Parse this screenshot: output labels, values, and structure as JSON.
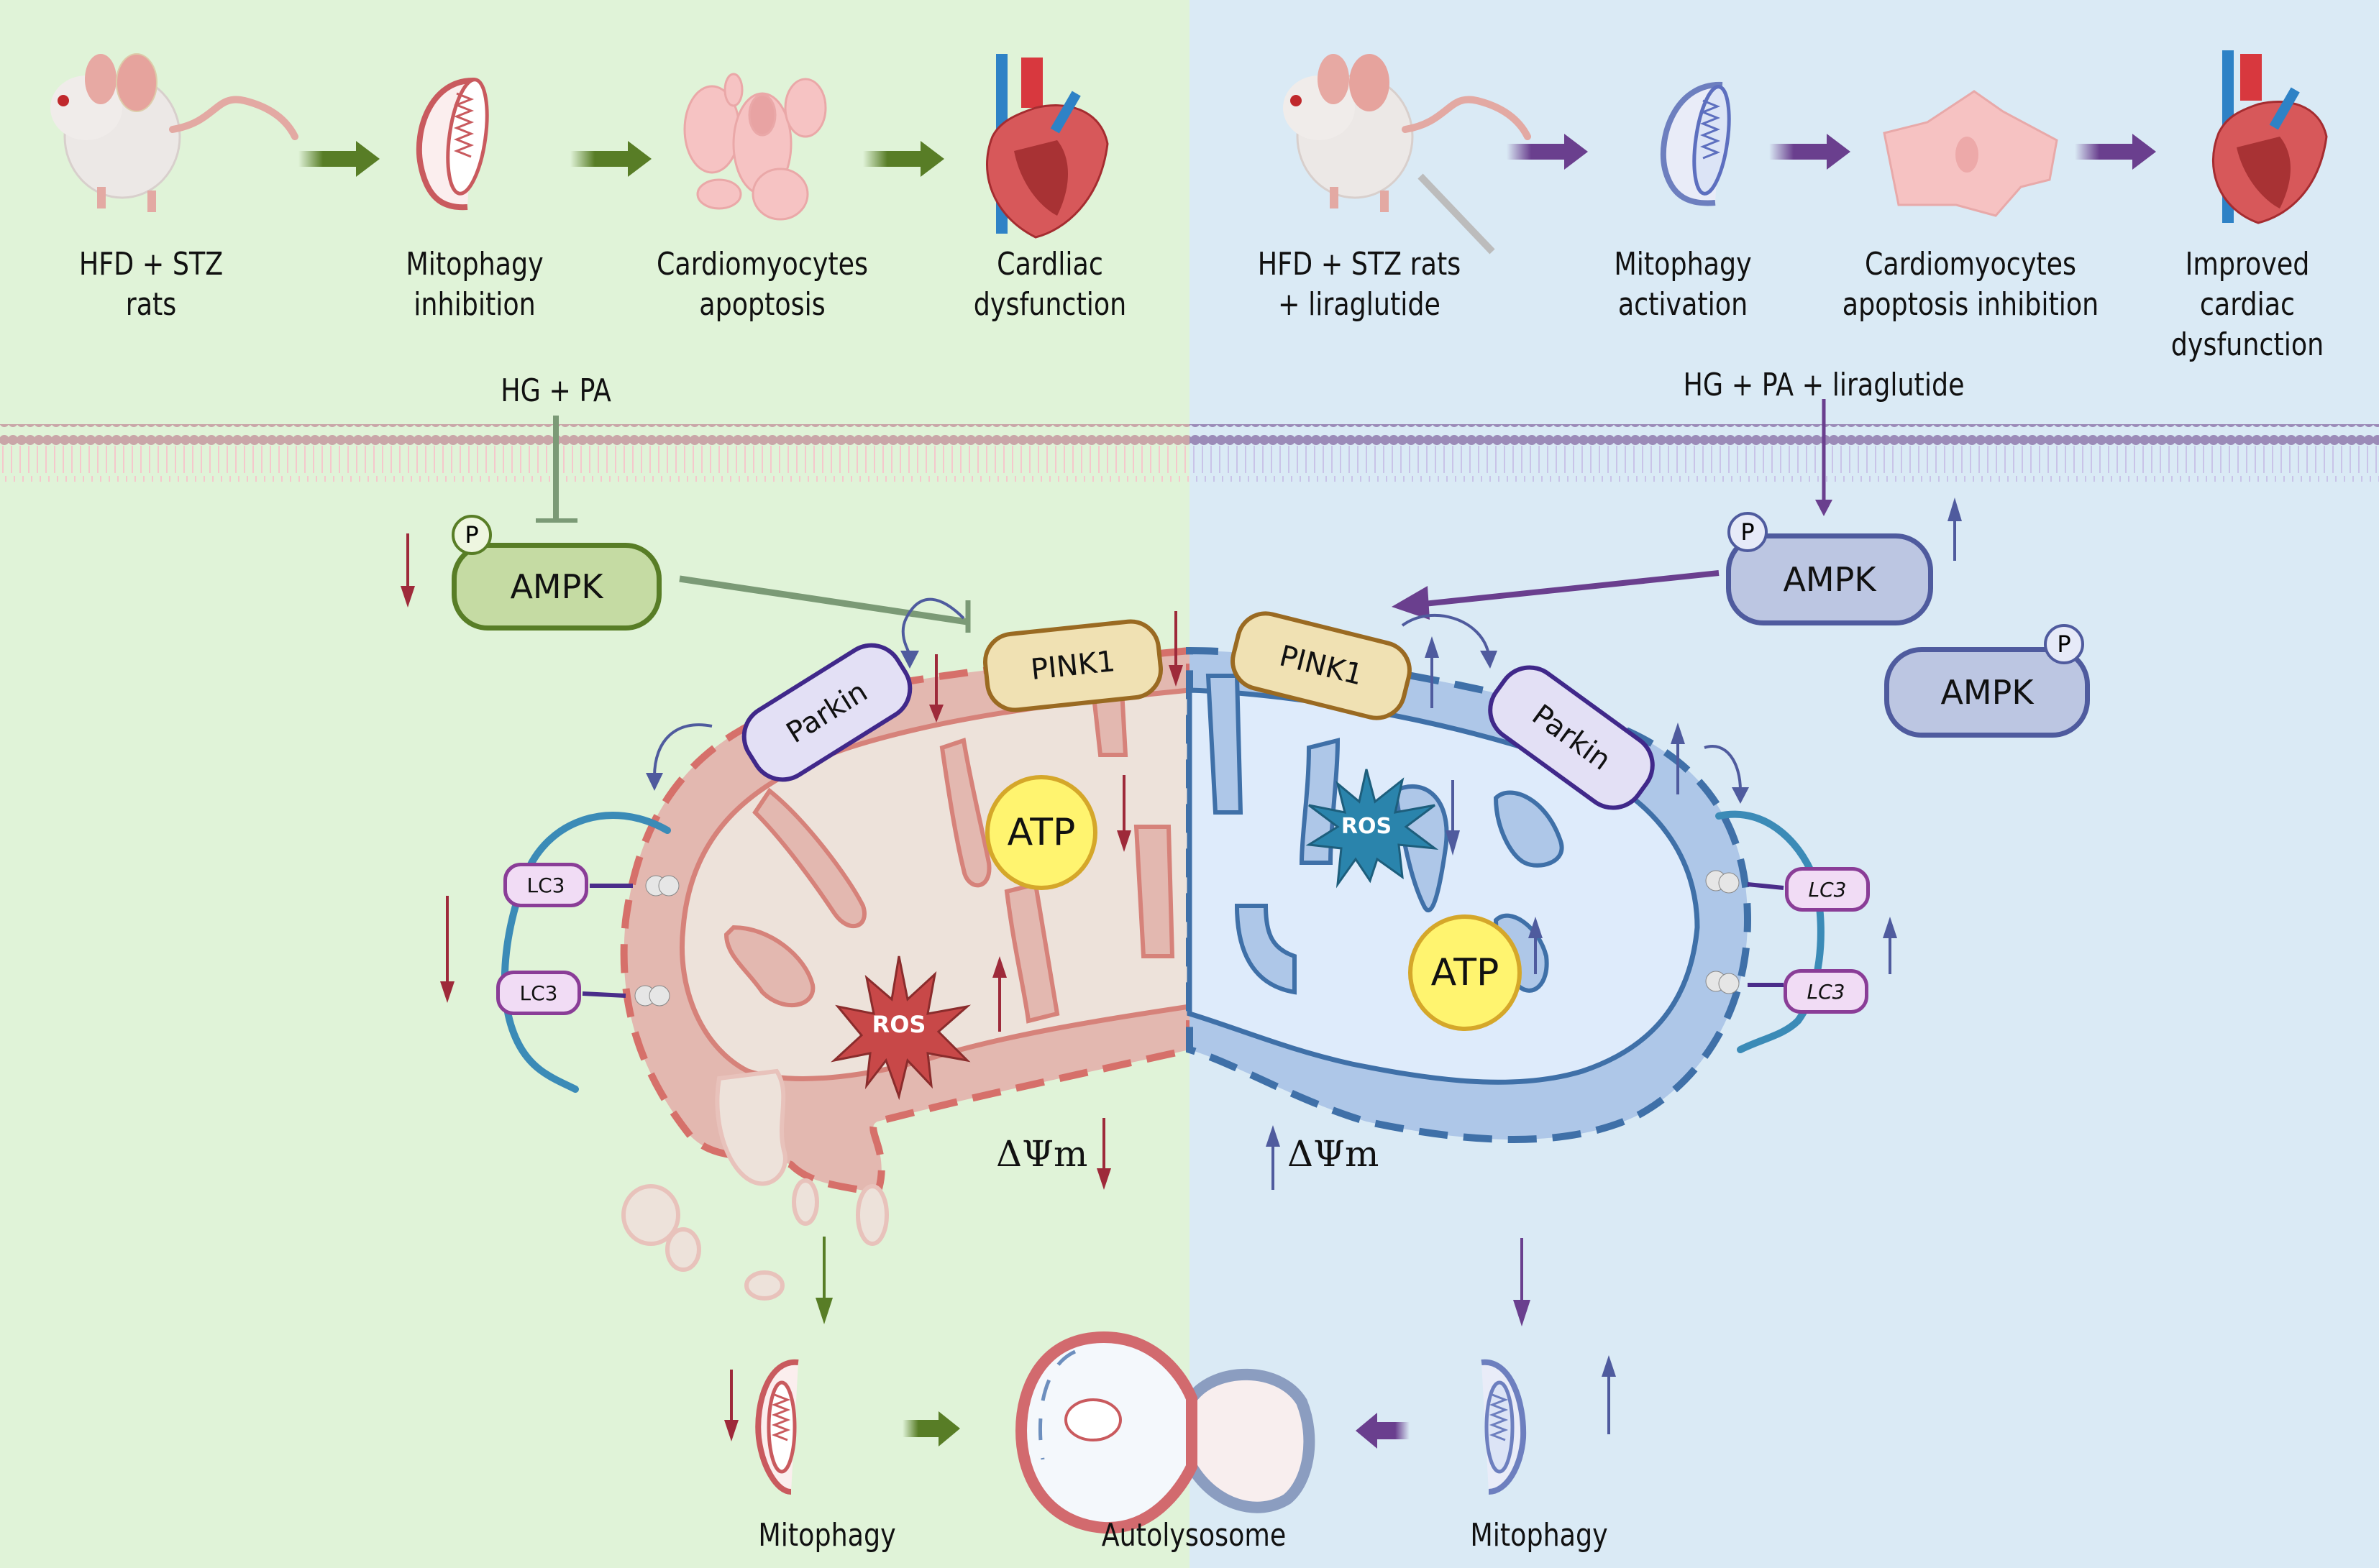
{
  "left_panel": {
    "theme_color": "#e0f3d8",
    "arrow_color": "#587d26",
    "pipeline": [
      {
        "icon": "rat-icon",
        "label_lines": [
          "HFD + STZ",
          "rats"
        ]
      },
      {
        "icon": "damaged-mitochondrion-icon",
        "label_lines": [
          "Mitophagy",
          "inhibition"
        ]
      },
      {
        "icon": "apoptotic-cardiomyocyte-icon",
        "label_lines": [
          "Cardiomyocytes",
          "apoptosis"
        ]
      },
      {
        "icon": "heart-icon",
        "label_lines": [
          "Cardliac",
          "dysfunction"
        ]
      }
    ],
    "stimulus": "HG + PA",
    "ampk": {
      "label": "AMPK",
      "phospho": "P",
      "trend": "down"
    },
    "pink1": {
      "label": "PINK1",
      "trend": "down"
    },
    "parkin": {
      "label": "Parkin",
      "trend": "down"
    },
    "lc3": [
      {
        "label": "LC3"
      },
      {
        "label": "LC3"
      }
    ],
    "lc3_trend": "down",
    "atp": {
      "label": "ATP",
      "trend": "down"
    },
    "ros": {
      "label": "ROS",
      "trend": "up"
    },
    "membrane_potential": {
      "label": "ΔΨm",
      "trend": "down"
    },
    "mitophagy": {
      "label": "Mitophagy",
      "trend": "down"
    }
  },
  "right_panel": {
    "theme_color": "#daeaf5",
    "arrow_color": "#6a3f8e",
    "pipeline": [
      {
        "icon": "rat-injection-icon",
        "label_lines": [
          "HFD + STZ rats",
          "+ liraglutide"
        ]
      },
      {
        "icon": "healthy-mitochondrion-icon",
        "label_lines": [
          "Mitophagy",
          "activation"
        ]
      },
      {
        "icon": "healthy-cardiomyocyte-icon",
        "label_lines": [
          "Cardiomyocytes",
          "apoptosis inhibition"
        ]
      },
      {
        "icon": "heart-icon",
        "label_lines": [
          "Improved",
          "cardiac",
          "dysfunction"
        ]
      }
    ],
    "stimulus": "HG + PA + liraglutide",
    "ampk_active": {
      "label": "AMPK",
      "phospho": "P",
      "trend": "up"
    },
    "ampk_second": {
      "label": "AMPK",
      "phospho": "P"
    },
    "pink1": {
      "label": "PINK1",
      "trend": "up"
    },
    "parkin": {
      "label": "Parkin",
      "trend": "up"
    },
    "lc3": [
      {
        "label": "LC3"
      },
      {
        "label": "LC3"
      }
    ],
    "lc3_trend": "up",
    "atp": {
      "label": "ATP",
      "trend": "up"
    },
    "ros": {
      "label": "ROS",
      "trend": "down"
    },
    "membrane_potential": {
      "label": "ΔΨm",
      "trend": "up"
    },
    "mitophagy": {
      "label": "Mitophagy",
      "trend": "up"
    }
  },
  "center": {
    "autolysosome": {
      "label": "Autolysosome"
    }
  },
  "colors": {
    "trend_down_red": "#9e2a3a",
    "trend_up_blue": "#4f5b9e",
    "inhibit_green": "#7b9a76",
    "ampk_left_fill": "#c5dba3",
    "ampk_left_border": "#587d26",
    "ampk_right_fill": "#bcc6e2",
    "ampk_right_border": "#4f5b9e",
    "pink1_fill": "#f0e1b3",
    "pink1_border": "#9a6a22",
    "parkin_fill": "#e3e0f5",
    "parkin_border": "#40288a",
    "atp_fill": "#fff46f",
    "ros_left": "#c84848",
    "ros_right": "#2a84ac"
  }
}
